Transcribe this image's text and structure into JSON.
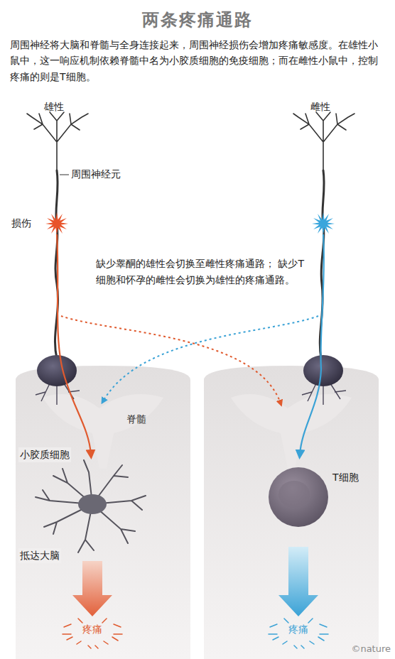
{
  "diagram": {
    "title": "两条疼痛通路",
    "labels": [
      "周围神经将大脑和脊髓与全身连接起来，周围神经损伤会增加疼痛敏感度。在雄性小鼠中，这一响应机制依赖脊髓中名为小胶质细胞的免疫细胞；而在雌性小鼠中，控制疼痛的则是T细胞。",
      "雄性",
      "雌性",
      "周围神经元",
      "损伤",
      "缺少睾酮的雄性会切换至雌性疼痛通路； 缺少T细胞和怀孕的雌性会切换为雄性的疼痛通路。",
      "脊髓",
      "小胶质细胞",
      "T细胞",
      "抵达大脑",
      "疼痛",
      "疼痛",
      "©nature"
    ]
  }
}
